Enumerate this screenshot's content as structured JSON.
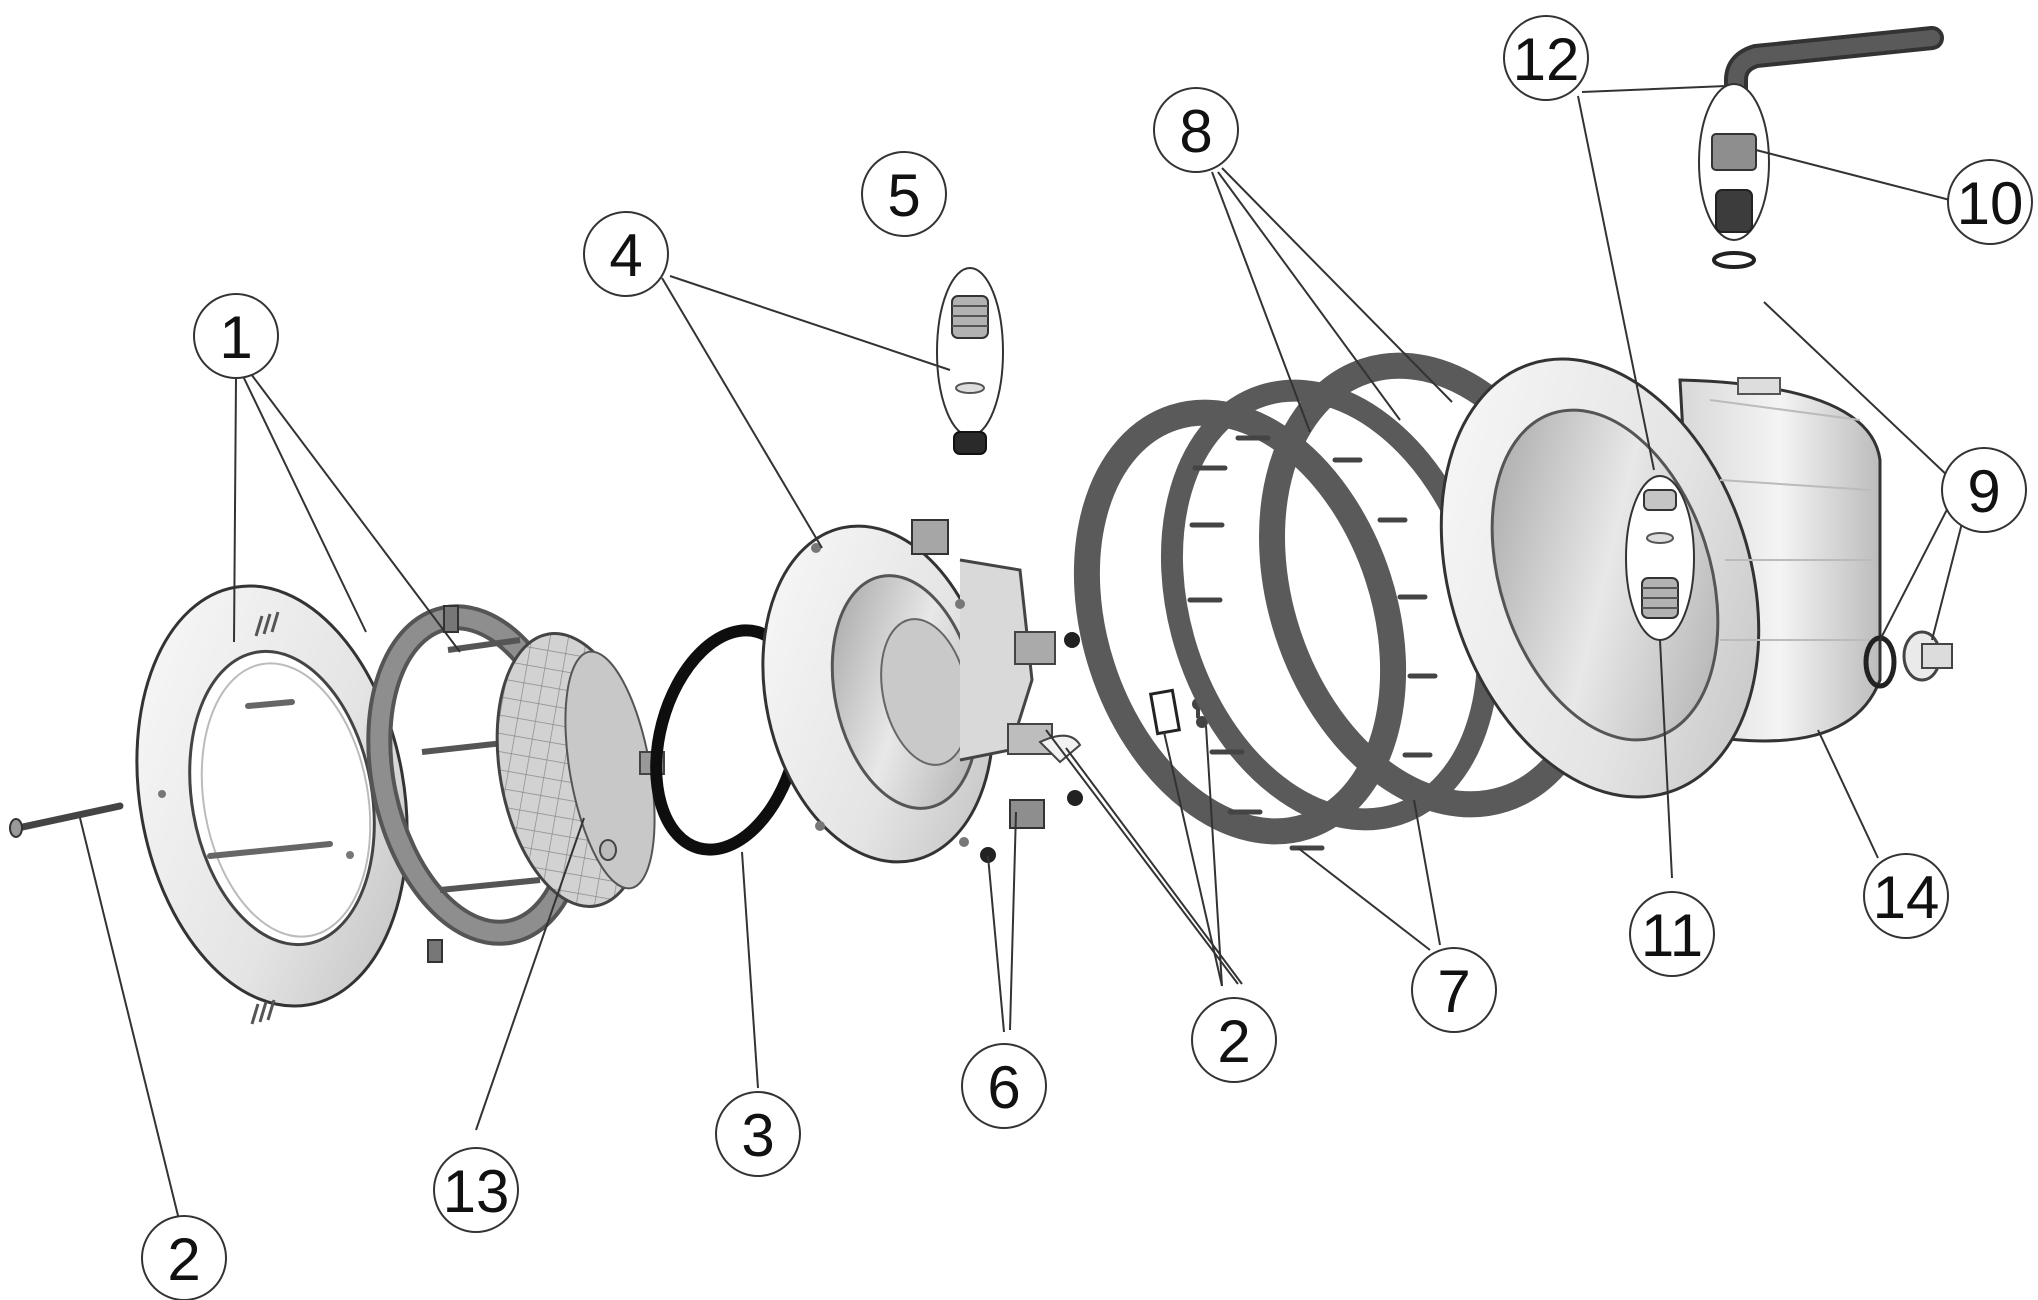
{
  "diagram": {
    "type": "exploded-parts-view",
    "colors": {
      "background": "#ffffff",
      "outline": "#2a2a2a",
      "light_part": "#e6e6e6",
      "mid_part": "#b9b9b9",
      "dark_part": "#5e5e5e",
      "black_part": "#111111"
    },
    "callouts": [
      {
        "id": "c1",
        "label": "1"
      },
      {
        "id": "c2a",
        "label": "2"
      },
      {
        "id": "c2b",
        "label": "2"
      },
      {
        "id": "c3",
        "label": "3"
      },
      {
        "id": "c4",
        "label": "4"
      },
      {
        "id": "c5",
        "label": "5"
      },
      {
        "id": "c6",
        "label": "6"
      },
      {
        "id": "c7",
        "label": "7"
      },
      {
        "id": "c8",
        "label": "8"
      },
      {
        "id": "c9",
        "label": "9"
      },
      {
        "id": "c10",
        "label": "10"
      },
      {
        "id": "c11",
        "label": "11"
      },
      {
        "id": "c12",
        "label": "12"
      },
      {
        "id": "c13",
        "label": "13"
      },
      {
        "id": "c14",
        "label": "14"
      }
    ]
  }
}
